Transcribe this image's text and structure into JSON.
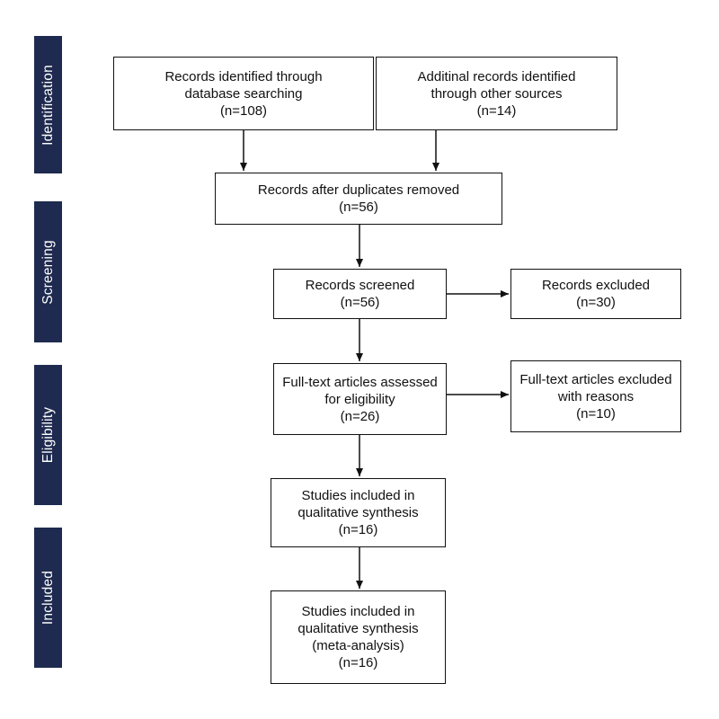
{
  "phases": [
    "Identification",
    "Screening",
    "Eligibility",
    "Included"
  ],
  "boxes": {
    "database": [
      "Records identified through",
      "database searching",
      "(n=108)"
    ],
    "other": [
      "Additinal records identified",
      "through other sources",
      "(n=14)"
    ],
    "dedup": [
      "Records after duplicates removed",
      "(n=56)"
    ],
    "screened": [
      "Records screened",
      "(n=56)"
    ],
    "excluded": [
      "Records excluded",
      "(n=30)"
    ],
    "fulltext": [
      "Full-text articles assessed",
      "for eligibility",
      "(n=26)"
    ],
    "fulltext_excluded": [
      "Full-text articles excluded",
      "with reasons",
      "(n=10)"
    ],
    "qualitative": [
      "Studies included in",
      "qualitative synthesis",
      "(n=16)"
    ],
    "meta": [
      "Studies included in",
      "qualitative synthesis",
      "(meta-analysis)",
      "(n=16)"
    ]
  },
  "colors": {
    "phase_bar": "#1e2a4f",
    "line": "#111111"
  }
}
